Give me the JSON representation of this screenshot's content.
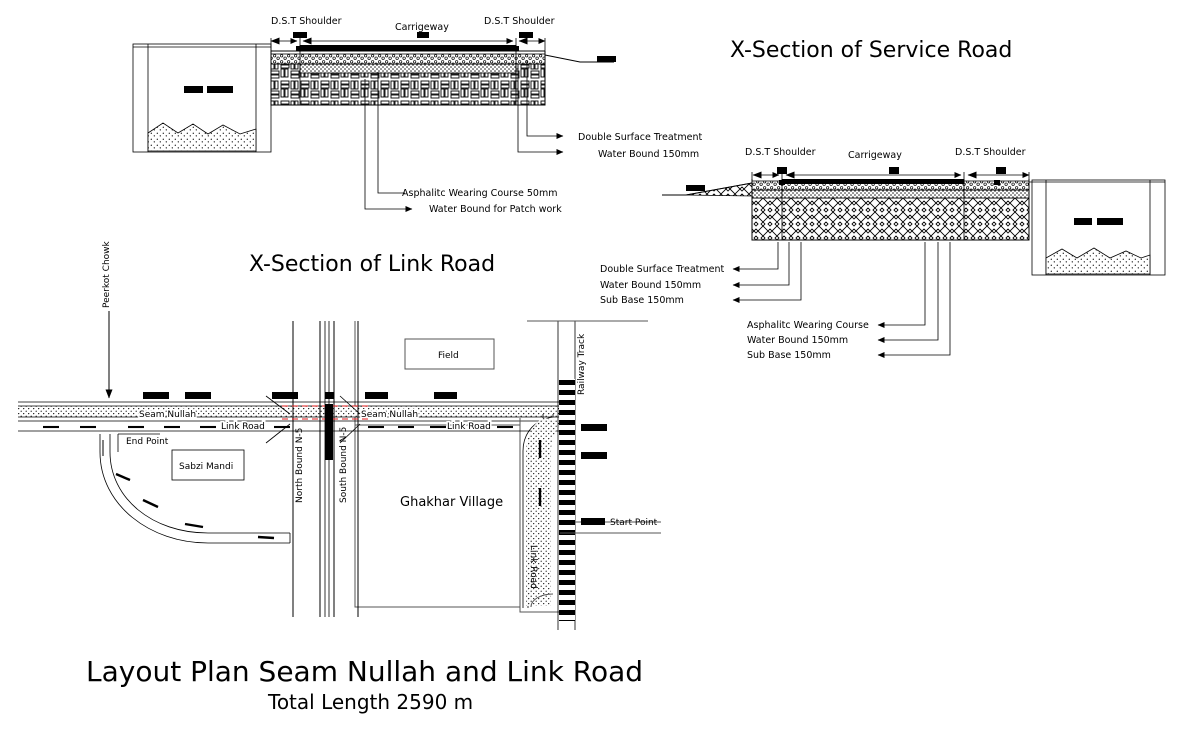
{
  "titles": {
    "service_road": "X-Section of Service Road",
    "link_road": "X-Section of Link Road",
    "plan_main": "Layout Plan Seam Nullah and Link Road",
    "plan_sub": "Total Length 2590 m"
  },
  "link_section": {
    "dim_labels": {
      "shoulder_left": "D.S.T Shoulder",
      "carriageway": "Carrigeway",
      "shoulder_right": "D.S.T Shoulder"
    },
    "callouts_right": [
      "Double Surface Treatment",
      "Water Bound 150mm"
    ],
    "callouts_bottom": [
      "Asphalitc Wearing Course 50mm",
      "Water Bound for Patch work"
    ]
  },
  "service_section": {
    "dim_labels": {
      "shoulder_left": "D.S.T Shoulder",
      "carriageway": "Carrigeway",
      "shoulder_right": "D.S.T Shoulder"
    },
    "callouts_upper": [
      "Double Surface Treatment",
      "Water Bound 150mm",
      "Sub Base 150mm"
    ],
    "callouts_lower": [
      "Asphalitc Wearing Course",
      "Water Bound  150mm",
      "Sub Base 150mm"
    ]
  },
  "plan": {
    "labels": {
      "peerkot_chowk": "Peerkot Chowk",
      "seam_nullah_left": "Seam  Nullah",
      "seam_nullah_right": "Seam  Nullah",
      "link_road_left": "Link Road",
      "link_road_right": "Link Road",
      "link_road_vertical": "Link Road",
      "end_point": "End Point",
      "start_point": "Start Point",
      "sabzi_mandi": "Sabzi Mandi",
      "field": "Field",
      "ghakhar_village": "Ghakhar Village",
      "north_bound": "North Bound N-5",
      "south_bound": "South Bound N-5",
      "railway_track": "Railway Track"
    }
  },
  "colors": {
    "line": "#000000",
    "gray_line": "#555555",
    "crossing_red": "#e01b1b",
    "paper": "#ffffff"
  }
}
